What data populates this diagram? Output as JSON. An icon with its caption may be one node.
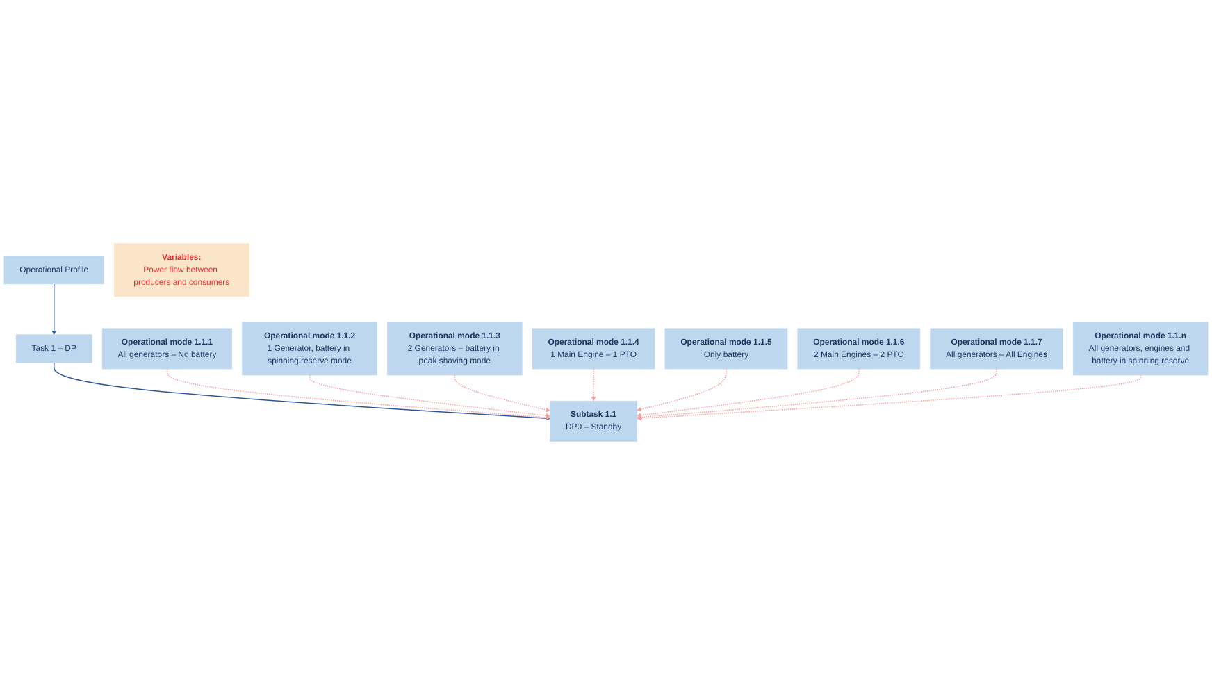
{
  "diagram": {
    "nodes": [
      {
        "text": [
          "Operational Profile"
        ]
      },
      {
        "text": [
          "Task 1 – DP"
        ]
      },
      {
        "text": [
          "Subtask 1.1",
          "DP0 – Standby"
        ]
      },
      {
        "text": [
          "Variables:",
          "Power flow between producers and consumers"
        ]
      },
      {
        "text": [
          "Operational mode 1.1.1",
          "All generators – No battery"
        ]
      },
      {
        "text": [
          "Operational mode 1.1.2",
          "1 Generator, battery in spinning reserve mode"
        ]
      },
      {
        "text": [
          "Operational mode 1.1.3",
          "2 Generators – battery in peak shaving mode"
        ]
      },
      {
        "text": [
          "Operational mode 1.1.4",
          "1 Main Engine – 1 PTO"
        ]
      },
      {
        "text": [
          "Operational mode 1.1.5",
          "Only battery"
        ]
      },
      {
        "text": [
          "Operational mode 1.1.6",
          "2 Main Engines – 2 PTO"
        ]
      },
      {
        "text": [
          "Operational mode 1.1.7",
          "All generators – All Engines"
        ]
      },
      {
        "text": [
          "Operational mode 1.1.n",
          "All generators, engines and battery in spinning reserve"
        ]
      }
    ],
    "edges": [
      {
        "from": 0,
        "to": 1,
        "arrow": "to",
        "color": "#2f5597"
      },
      {
        "from": 1,
        "to": 2,
        "arrow": "to",
        "color": "#2f5597"
      },
      {
        "from": 4,
        "to": 2,
        "arrow": "to",
        "style": "dashed"
      },
      {
        "from": 5,
        "to": 2,
        "arrow": "to",
        "style": "dashed"
      },
      {
        "from": 6,
        "to": 2,
        "arrow": "to",
        "style": "dashed"
      },
      {
        "from": 7,
        "to": 2,
        "arrow": "to",
        "style": "dashed"
      },
      {
        "from": 8,
        "to": 2,
        "arrow": "to",
        "style": "dashed"
      },
      {
        "from": 9,
        "to": 2,
        "arrow": "to",
        "style": "dashed"
      },
      {
        "from": 10,
        "to": 2,
        "arrow": "to",
        "style": "dashed"
      },
      {
        "from": 11,
        "to": 2,
        "arrow": "to",
        "style": "dashed"
      }
    ]
  }
}
